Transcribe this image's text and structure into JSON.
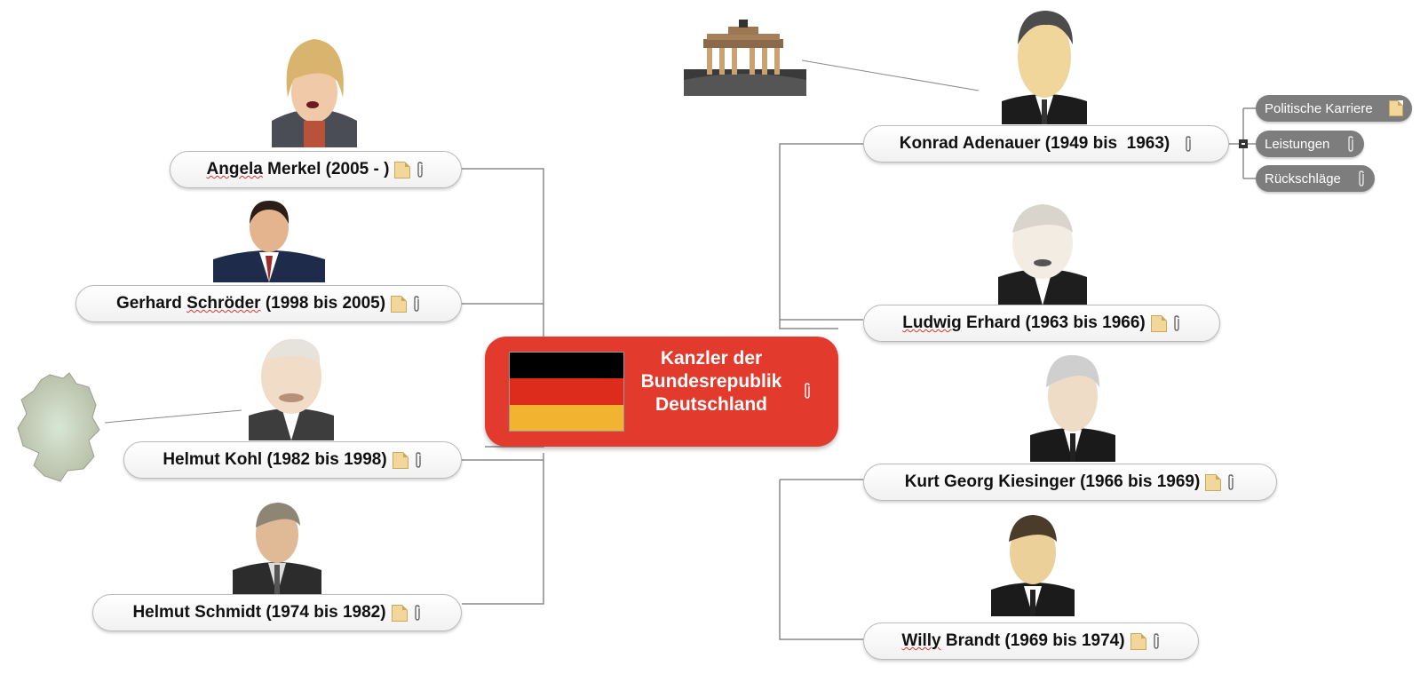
{
  "central": {
    "title_lines": [
      "Kanzler der",
      "Bundesrepublik",
      "Deutschland"
    ],
    "flag_colors": [
      "#000000",
      "#dd2b1c",
      "#f2b430"
    ]
  },
  "left_nodes": [
    {
      "name": "Angela Merkel (2005 - )",
      "underline": "Angela",
      "icons": [
        "note-icon",
        "clip-icon"
      ]
    },
    {
      "name": "Gerhard Schröder (1998 bis 2005)",
      "underline": "Schröder",
      "icons": [
        "note-icon",
        "clip-icon"
      ]
    },
    {
      "name": "Helmut Kohl (1982 bis 1998)",
      "icons": [
        "note-icon",
        "clip-icon"
      ]
    },
    {
      "name": "Helmut Schmidt (1974 bis 1982)",
      "icons": [
        "note-icon",
        "clip-icon"
      ]
    }
  ],
  "right_nodes": [
    {
      "name": "Konrad Adenauer (1949 bis  1963)",
      "icons": [
        "clip-icon"
      ]
    },
    {
      "name": "Ludwig Erhard (1963 bis 1966)",
      "underline": "Ludwig",
      "icons": [
        "note-icon",
        "clip-icon"
      ]
    },
    {
      "name": "Kurt Georg Kiesinger (1966 bis 1969)",
      "icons": [
        "note-icon",
        "clip-icon"
      ]
    },
    {
      "name": "Willy Brandt (1969 bis 1974)",
      "underline": "Willy",
      "icons": [
        "note-icon",
        "clip-icon"
      ]
    }
  ],
  "adenauer_subtopics": [
    {
      "label": "Politische Karriere",
      "icon": "note-icon"
    },
    {
      "label": "Leistungen",
      "icon": "clip-icon"
    },
    {
      "label": "Rückschläge",
      "icon": "clip-icon"
    }
  ],
  "images": [
    "brandenburg-gate",
    "germany-map"
  ],
  "colors": {
    "central": "#e23a2c",
    "subtopic": "#7d7d7d",
    "connector": "#888888"
  }
}
